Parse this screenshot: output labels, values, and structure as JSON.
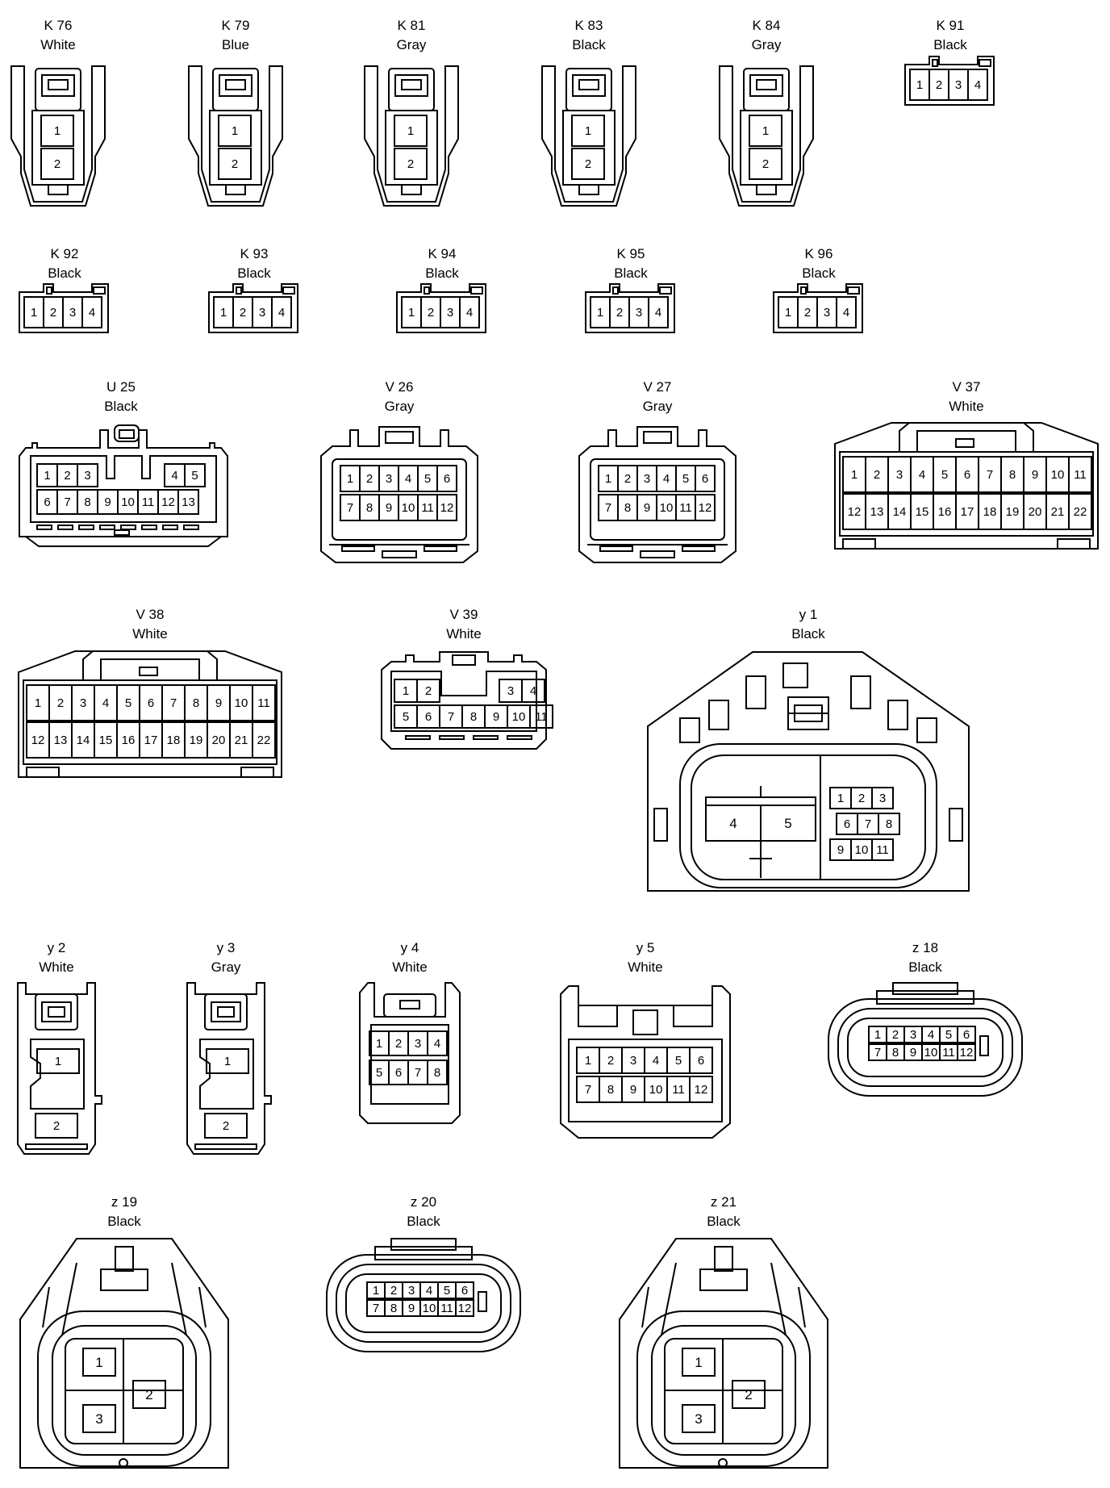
{
  "connectors": [
    {
      "id": "K 76",
      "color": "White"
    },
    {
      "id": "K 79",
      "color": "Blue"
    },
    {
      "id": "K 81",
      "color": "Gray"
    },
    {
      "id": "K 83",
      "color": "Black"
    },
    {
      "id": "K 84",
      "color": "Gray"
    },
    {
      "id": "K 91",
      "color": "Black"
    },
    {
      "id": "K 92",
      "color": "Black"
    },
    {
      "id": "K 93",
      "color": "Black"
    },
    {
      "id": "K 94",
      "color": "Black"
    },
    {
      "id": "K 95",
      "color": "Black"
    },
    {
      "id": "K 96",
      "color": "Black"
    },
    {
      "id": "U 25",
      "color": "Black"
    },
    {
      "id": "V 26",
      "color": "Gray"
    },
    {
      "id": "V 27",
      "color": "Gray"
    },
    {
      "id": "V 37",
      "color": "White"
    },
    {
      "id": "V 38",
      "color": "White"
    },
    {
      "id": "V 39",
      "color": "White"
    },
    {
      "id": "y 1",
      "color": "Black"
    },
    {
      "id": "y 2",
      "color": "White"
    },
    {
      "id": "y 3",
      "color": "Gray"
    },
    {
      "id": "y 4",
      "color": "White"
    },
    {
      "id": "y 5",
      "color": "White"
    },
    {
      "id": "z 18",
      "color": "Black"
    },
    {
      "id": "z 19",
      "color": "Black"
    },
    {
      "id": "z 20",
      "color": "Black"
    },
    {
      "id": "z 21",
      "color": "Black"
    }
  ]
}
